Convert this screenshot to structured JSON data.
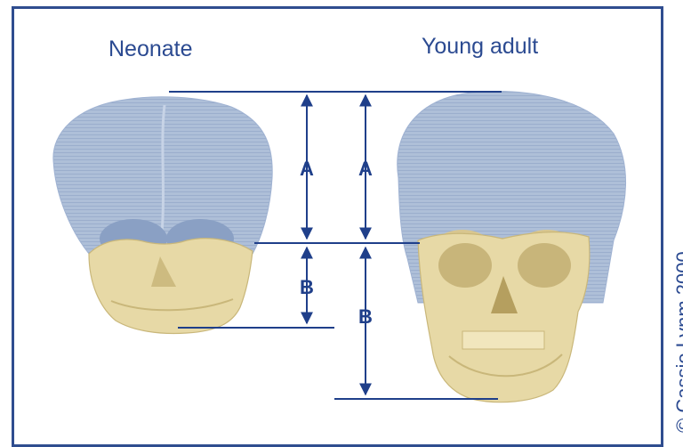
{
  "labels": {
    "left_title": "Neonate",
    "right_title": "Young adult",
    "measure_a": "A",
    "measure_b": "B",
    "copyright": "© Cassio Lynm 2000."
  },
  "colors": {
    "frame": "#2f4d8f",
    "text": "#2b4a91",
    "cranium": "#aebfd8",
    "face": "#e7d9a6",
    "measure": "#1f3f8a"
  }
}
